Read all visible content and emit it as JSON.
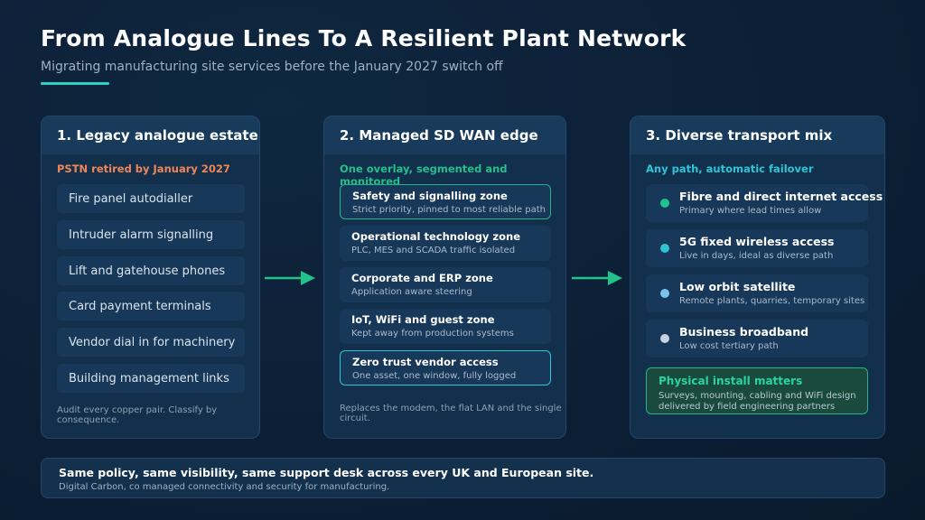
{
  "header": {
    "title": "From Analogue Lines To A Resilient Plant Network",
    "subtitle": "Migrating manufacturing site services before the January 2027 switch off"
  },
  "colors": {
    "accent_teal": "#2ad1c4",
    "tag_orange": "#f0855a",
    "tag_green": "#22c08c",
    "tag_cyan": "#2ec5d6",
    "arrow_green": "#1fc48a"
  },
  "panel1": {
    "title": "1. Legacy analogue estate",
    "tag": "PSTN retired by January 2027",
    "items": [
      "Fire panel autodialler",
      "Intruder alarm signalling",
      "Lift and gatehouse phones",
      "Card payment terminals",
      "Vendor dial in for machinery",
      "Building management links"
    ],
    "footnote": "Audit every copper pair. Classify by consequence."
  },
  "panel2": {
    "title": "2. Managed SD WAN edge",
    "tag": "One overlay, segmented and monitored",
    "zones": [
      {
        "title": "Safety and signalling zone",
        "sub": "Strict priority, pinned to most reliable path"
      },
      {
        "title": "Operational technology zone",
        "sub": "PLC, MES and SCADA traffic isolated"
      },
      {
        "title": "Corporate and ERP zone",
        "sub": "Application aware steering"
      },
      {
        "title": "IoT, WiFi and guest zone",
        "sub": "Kept away from production systems"
      },
      {
        "title": "Zero trust vendor access",
        "sub": "One asset, one window, fully logged"
      }
    ],
    "footnote": "Replaces the modem, the flat LAN and the single circuit."
  },
  "panel3": {
    "title": "3. Diverse transport mix",
    "tag": "Any path, automatic failover",
    "items": [
      {
        "title": "Fibre and direct internet access",
        "sub": "Primary where lead times allow",
        "dot": "#1fc48a"
      },
      {
        "title": "5G fixed wireless access",
        "sub": "Live in days, ideal as diverse path",
        "dot": "#2ec5d6"
      },
      {
        "title": "Low orbit satellite",
        "sub": "Remote plants, quarries, temporary sites",
        "dot": "#7cc4ef"
      },
      {
        "title": "Business broadband",
        "sub": "Low cost tertiary path",
        "dot": "#c9d2dc"
      }
    ],
    "install": {
      "title": "Physical install matters",
      "sub_line1": "Surveys, mounting, cabling and WiFi design",
      "sub_line2": "delivered by field engineering partners"
    }
  },
  "banner": {
    "title": "Same policy, same visibility, same support desk across every UK and European site.",
    "sub": "Digital Carbon, co managed connectivity and security for manufacturing."
  }
}
